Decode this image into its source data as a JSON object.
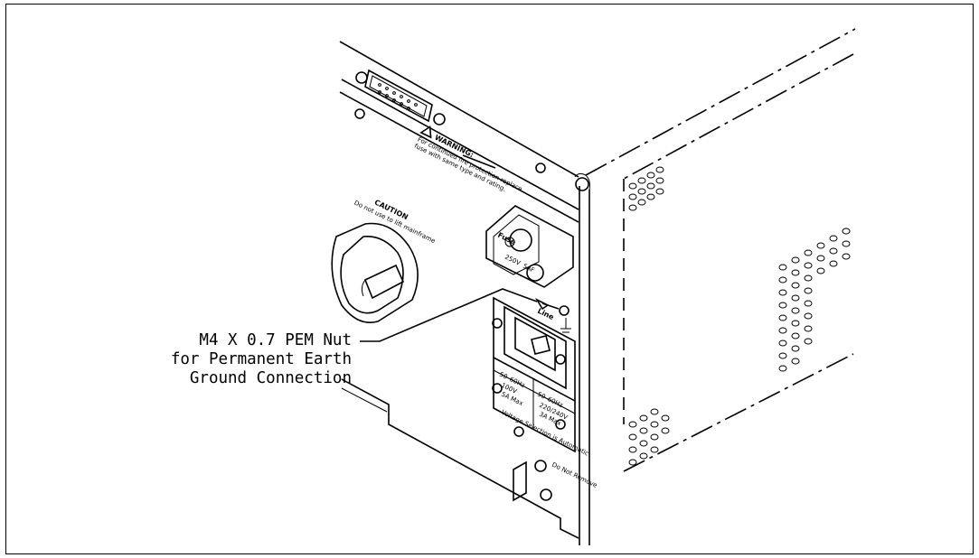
{
  "callout": {
    "line1": "M4 X 0.7 PEM Nut",
    "line2": "for Permanent Earth",
    "line3": "Ground Connection"
  },
  "panel_labels": {
    "warning_title": "WARNING:",
    "warning_line1": "For continued fire protection replace",
    "warning_line2": "fuse with same type and rating.",
    "caution_title": "CAUTION",
    "caution_text": "Do not use to lift mainframe",
    "fuse": "Fuse",
    "fuse_rating": "250V",
    "fuse_rating2": "5AF",
    "line": "Line",
    "freq_a": "50–60Hz",
    "freq_b": "50–60Hz",
    "volt_a": "100V",
    "volt_b": "220/240V",
    "amp_a": "5A Max",
    "amp_b": "3A Max",
    "voltage_selection": "Voltage Selection is Automatic",
    "aux": "Do Not Remove"
  }
}
